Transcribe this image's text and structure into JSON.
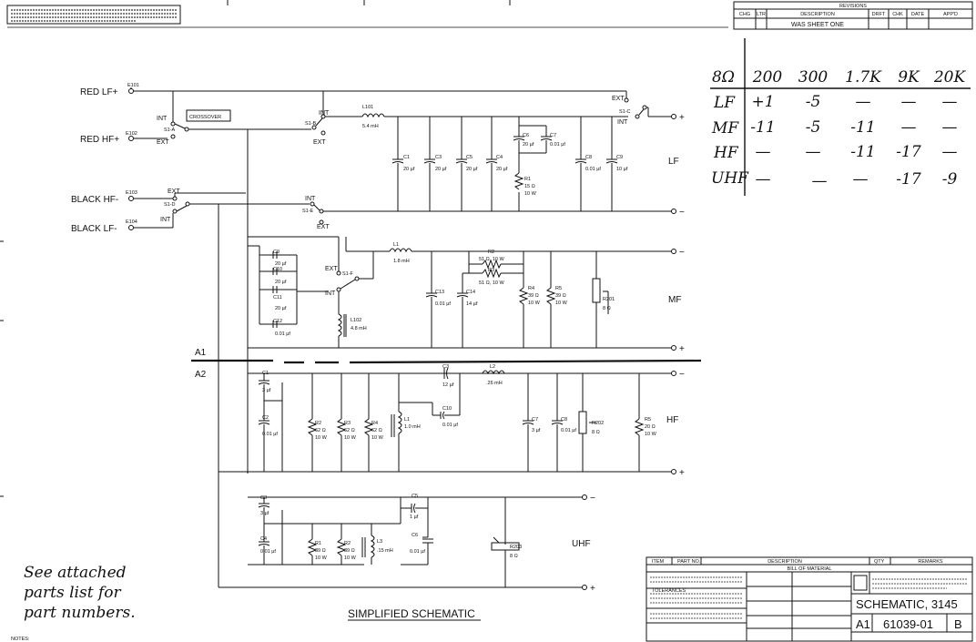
{
  "revisions": {
    "title": "REVISIONS",
    "headers": [
      "CHG",
      "LTR",
      "DESCRIPTION",
      "DRFT",
      "CHK",
      "DATE",
      "APP'D"
    ],
    "row": [
      "",
      "",
      "WAS SHEET ONE",
      "",
      "",
      "",
      ""
    ]
  },
  "rating_table": {
    "corner": "8Ω",
    "columns": [
      "200",
      "300",
      "1.7K",
      "9K",
      "20K"
    ],
    "rows": [
      {
        "label": "LF",
        "cells": [
          "+1",
          "-5",
          "—",
          "—",
          "—"
        ]
      },
      {
        "label": "MF",
        "cells": [
          "-11",
          "-5",
          "-11",
          "—",
          "—"
        ]
      },
      {
        "label": "HF",
        "cells": [
          "—",
          "—",
          "-11",
          "-17",
          "—"
        ]
      },
      {
        "label": "UHF",
        "cells": [
          "—",
          "—",
          "—",
          "-17",
          "-9"
        ]
      }
    ]
  },
  "inputs": {
    "red_lf": "RED LF+",
    "red_hf": "RED HF+",
    "black_hf": "BLACK HF-",
    "black_lf": "BLACK LF-",
    "e101": "E101",
    "e102": "E102",
    "e103": "E103",
    "e104": "E104",
    "int": "INT",
    "ext": "EXT",
    "crossover": "CROSSOVER",
    "s1a": "S1-A",
    "s1b": "S1-B",
    "s1c": "S1-C",
    "s1d": "S1-D",
    "s1e": "S1-E",
    "s1f": "S1-F",
    "s1": "S1"
  },
  "sections": {
    "lf": "LF",
    "mf": "MF",
    "hf": "HF",
    "uhf": "UHF",
    "a1": "A1",
    "a2": "A2",
    "plus": "+",
    "minus": "−"
  },
  "components": {
    "l101": "L101",
    "l101_val": "5.4 mH",
    "c1": "C1",
    "c1_val": "20 µf",
    "c3": "C3",
    "c3_val": "20 µf",
    "c5": "C5",
    "c5_val": "20 µf",
    "c4": "C4",
    "c4_val": "20 µf",
    "c6": "C6",
    "c6_val": "20 µf",
    "c7": "C7",
    "c7_val": "0.01 µf",
    "r1": "R1",
    "r1_val": "15 Ω",
    "r1_w": "10 W",
    "c8": "C8",
    "c8_val": "0.01 µf",
    "c9": "C9",
    "c9_val": "10 µf",
    "l1": "L1",
    "l1_val": "1.8 mH",
    "r2": "R2",
    "r2_val": "51 Ω, 10 W",
    "r3": "R3",
    "r3_val": "51 Ω, 10 W",
    "c13": "C13",
    "c13_val": "0.01 µf",
    "c14": "C14",
    "c14_val": "14 µf",
    "r4": "R4",
    "r4_val": "39 Ω",
    "r4_w": "10 W",
    "r5": "R5",
    "r5_val": "39 Ω",
    "r5_w": "10 W",
    "r201": "R201",
    "r201_val": "8 Ω",
    "mf_c9": "C9",
    "mf_c9_val": "20 µf",
    "mf_c10": "C10",
    "mf_c10_val": "20 µf",
    "mf_c11": "C11",
    "mf_c11_val": "20 µf",
    "mf_c12": "C12",
    "mf_c12_val": "0.01 µf",
    "l102": "L102",
    "l102_val": "4.8 mH",
    "hf_c1": "C1",
    "hf_c1_val": "3 µf",
    "hf_c2": "C2",
    "hf_c2_val": "0.01 µf",
    "hf_c3": "C3",
    "hf_c3_val": "12 µf",
    "hf_l2": "L2",
    "hf_l2_val": ".26 mH",
    "hf_r2": "R2",
    "hf_r2_val": "62 Ω",
    "hf_r2_w": "10 W",
    "hf_r3": "R3",
    "hf_r3_val": "62 Ω",
    "hf_r3_w": "10 W",
    "hf_r4": "R4",
    "hf_r4_val": "62 Ω",
    "hf_r4_w": "10 W",
    "hf_l1": "L1",
    "hf_l1_val": "1.0 mH",
    "hf_c10": "C10",
    "hf_c10_val": "0.01 µf",
    "hf_c7": "C7",
    "hf_c7_val": "3 µf",
    "hf_c8": "C8",
    "hf_c8_val": "0.01 µf",
    "r202": "R202",
    "r202_val": "8 Ω",
    "hf_r5": "R5",
    "hf_r5_val": "20 Ω",
    "hf_r5_w": "10 W",
    "u_c3": "C3",
    "u_c3_val": "3 µf",
    "u_c4": "C4",
    "u_c4_val": "0.01 µf",
    "u_r1": "R1",
    "u_r1_val": "39 Ω",
    "u_r1_w": "10 W",
    "u_r2": "R2",
    "u_r2_val": "39 Ω",
    "u_r2_w": "10 W",
    "u_l3": "L3",
    "u_l3_val": ".15 mH",
    "u_c5": "C5",
    "u_c5_val": "1 µf",
    "u_c6": "C6",
    "u_c6_val": "0.01 µf",
    "r203": "R203",
    "r203_val": "8 Ω"
  },
  "notes": {
    "hand_line1": "See attached",
    "hand_line2": "parts list for",
    "hand_line3": "part numbers.",
    "notes_label": "NOTES:",
    "simplified": "SIMPLIFIED SCHEMATIC"
  },
  "title_block": {
    "item": "ITEM",
    "part_no": "PART NO.",
    "description": "DESCRIPTION",
    "qty": "QTY",
    "remarks": "REMARKS",
    "bom": "BILL OF MATERIAL",
    "drawing_title": "SCHEMATIC, 3145",
    "size": "A1",
    "dwg_no": "61039-01",
    "rev": "B",
    "tolerances": "TOLERANCES"
  }
}
